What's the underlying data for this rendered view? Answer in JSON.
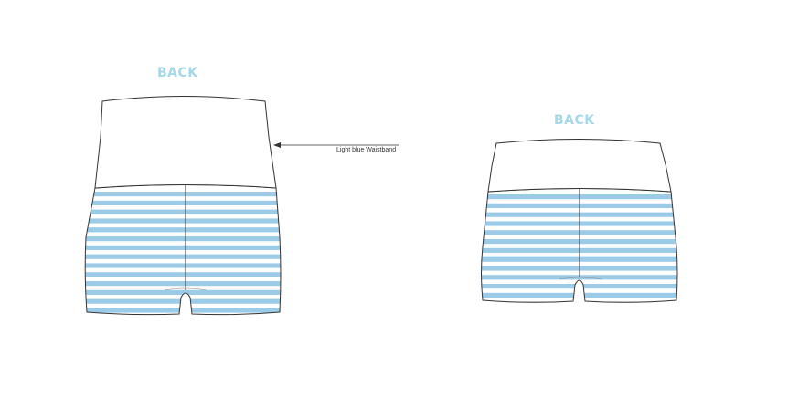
{
  "views": [
    {
      "label": "BACK"
    },
    {
      "label": "BACK"
    }
  ],
  "annotation": {
    "text": "Light blue Waistband"
  },
  "colors": {
    "label": "#a5d8e8",
    "stripe": "#9ccbe8",
    "stripe_gap": "#ffffff",
    "outline": "#333333",
    "background": "#ffffff"
  }
}
